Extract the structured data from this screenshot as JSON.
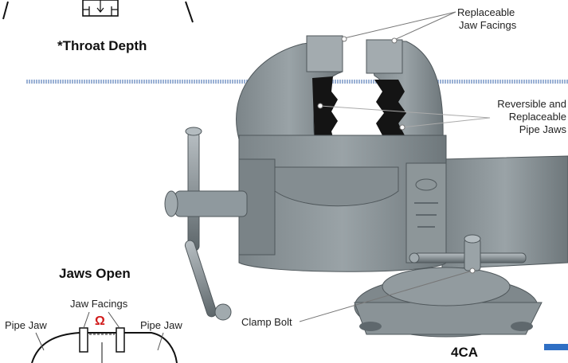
{
  "throat_diagram": {
    "caption": "*Throat Depth"
  },
  "callouts": {
    "jaw_facings": [
      "Replaceable",
      "Jaw Facings"
    ],
    "pipe_jaws": [
      "Reversible and",
      "Replaceable",
      "Pipe Jaws"
    ],
    "clamp_bolt": "Clamp Bolt"
  },
  "jaws_open_diagram": {
    "title": "Jaws Open",
    "jaw_facings_label": "Jaw Facings",
    "pipe_jaw_left": "Pipe Jaw",
    "pipe_jaw_right": "Pipe Jaw",
    "opening_symbol": "Ω"
  },
  "model_name": "4CA",
  "colors": {
    "vise_body": "#8f999e",
    "vise_shadow": "#5f686d",
    "vise_highlight": "#b4bcc0",
    "pipe_jaw": "#141414",
    "divider": "#8fa8cf",
    "accent_red": "#d11a1a",
    "accent_blue": "#2f6fc4"
  }
}
